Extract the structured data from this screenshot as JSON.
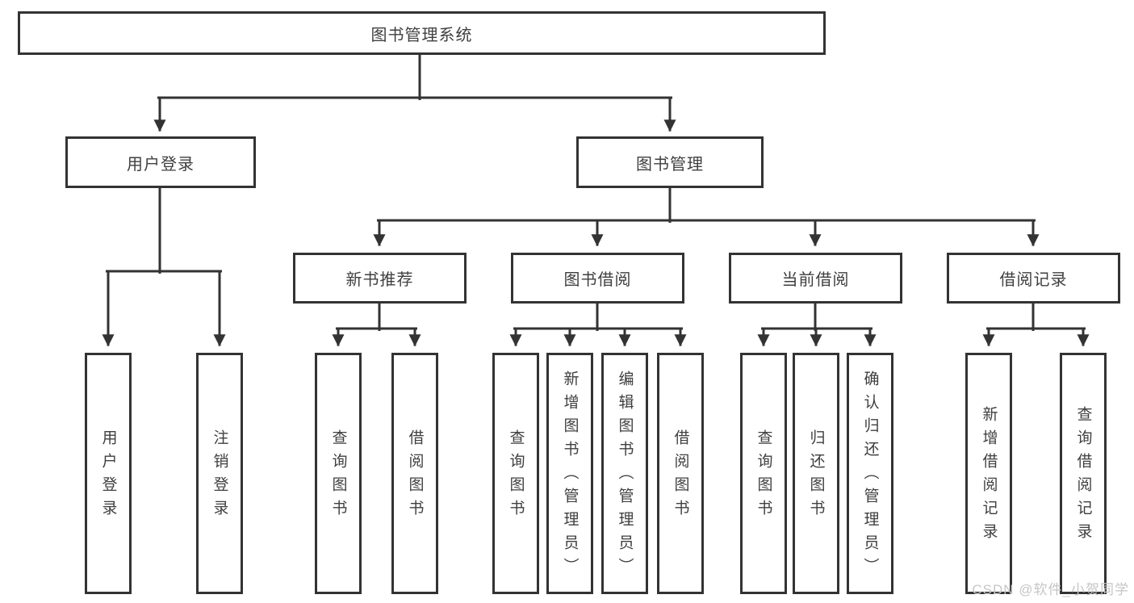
{
  "tree": {
    "label": "图书管理系统",
    "children": [
      {
        "label": "用户登录",
        "children": [
          {
            "label": "用户登录"
          },
          {
            "label": "注销登录"
          }
        ]
      },
      {
        "label": "图书管理",
        "children": [
          {
            "label": "新书推荐",
            "children": [
              {
                "label": "查询图书"
              },
              {
                "label": "借阅图书"
              }
            ]
          },
          {
            "label": "图书借阅",
            "children": [
              {
                "label": "查询图书"
              },
              {
                "label": "新增图书（管理员）"
              },
              {
                "label": "编辑图书（管理员）"
              },
              {
                "label": "借阅图书"
              }
            ]
          },
          {
            "label": "当前借阅",
            "children": [
              {
                "label": "查询图书"
              },
              {
                "label": "归还图书"
              },
              {
                "label": "确认归还（管理员）"
              }
            ]
          },
          {
            "label": "借阅记录",
            "children": [
              {
                "label": "新增借阅记录"
              },
              {
                "label": "查询借阅记录"
              }
            ]
          }
        ]
      }
    ]
  },
  "watermark": {
    "text": "CSDN @软件_小贺同学"
  },
  "colors": {
    "line": "#333333",
    "box_border": "#333333",
    "text": "#3f3f3f",
    "watermark": "#c6c6c6",
    "background": "#ffffff"
  }
}
